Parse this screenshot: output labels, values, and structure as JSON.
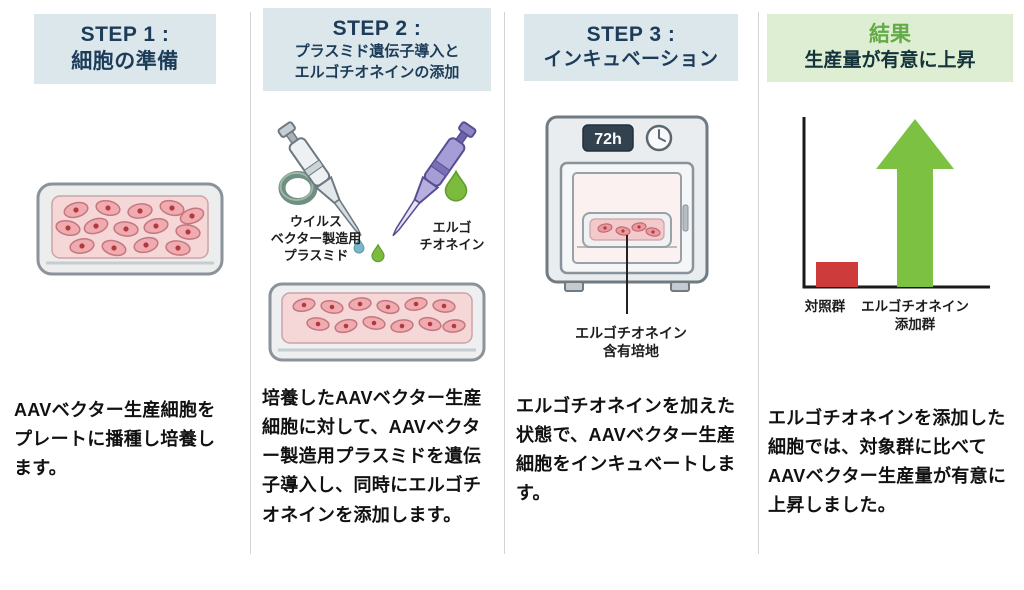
{
  "colors": {
    "step_header_bg": "#dce7ec",
    "result_header_bg": "#ddeed2",
    "header_text": "#1c3c59",
    "result_green": "#64aa46",
    "arrow_green": "#7dc142",
    "bar_red": "#ce3b3b",
    "cell_pink": "#efabb0",
    "droplet_green": "#7cbb3e"
  },
  "step1": {
    "header_line1": "STEP 1 :",
    "header_line2": "細胞の準備",
    "body": "AAVベクター生産細胞をプレートに播種し培養します。"
  },
  "step2": {
    "header_line1": "STEP 2 :",
    "header_line2": "プラスミド遺伝子導入と",
    "header_line3": "エルゴチオネインの添加",
    "plasmid_label_line1": "ウイルス",
    "plasmid_label_line2": "ベクター製造用",
    "plasmid_label_line3": "プラスミド",
    "ergo_label_line1": "エルゴ",
    "ergo_label_line2": "チオネイン",
    "body": "培養したAAVベクター生産細胞に対して、AAVベクター製造用プラスミドを遺伝子導入し、同時にエルゴチオネインを添加します。"
  },
  "step3": {
    "header_line1": "STEP 3 :",
    "header_line2": "インキュベーション",
    "timer_display": "72h",
    "medium_label_line1": "エルゴチオネイン",
    "medium_label_line2": "含有培地",
    "body": "エルゴチオネインを加えた状態で、AAVベクター生産細胞をインキュベートします。"
  },
  "result": {
    "header_line1": "結果",
    "header_line2": "生産量が有意に上昇",
    "control_label": "対照群",
    "treated_label_line1": "エルゴチオネイン",
    "treated_label_line2": "添加群",
    "body": "エルゴチオネインを添加した細胞では、対象群に比べてAAVベクター生産量が有意に上昇しました。"
  }
}
